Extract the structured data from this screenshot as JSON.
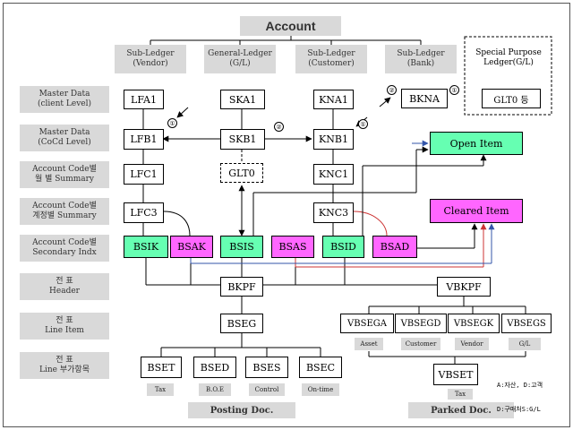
{
  "title": "Account",
  "ledgers": {
    "vendor": [
      "Sub-Ledger",
      "(Vendor)"
    ],
    "gl": [
      "General-Ledger",
      "(G/L)"
    ],
    "customer": [
      "Sub-Ledger",
      "(Customer)"
    ],
    "bank": [
      "Sub-Ledger",
      "(Bank)"
    ]
  },
  "special": {
    "line1": "Special Purpose",
    "line2": "Ledger(G/L)",
    "box": "GLT0 등"
  },
  "rows": [
    [
      "Master Data",
      "(client Level)"
    ],
    [
      "Master Data",
      "(CoCd Level)"
    ],
    [
      "Account Code별",
      "월 별 Summary"
    ],
    [
      "Account Code별",
      "계정별 Summary"
    ],
    [
      "Account Code별",
      "Secondary Indx"
    ],
    [
      "전 표",
      "Header"
    ],
    [
      "전 표",
      "Line Item"
    ],
    [
      "전 표",
      "Line 부가항목"
    ]
  ],
  "tables": {
    "lfa1": "LFA1",
    "ska1": "SKA1",
    "kna1": "KNA1",
    "bkna": "BKNA",
    "lfb1": "LFB1",
    "skb1": "SKB1",
    "knb1": "KNB1",
    "lfc1": "LFC1",
    "glt0": "GLT0",
    "knc1": "KNC1",
    "lfc3": "LFC3",
    "knc3": "KNC3",
    "bsik": "BSIK",
    "bsak": "BSAK",
    "bsis": "BSIS",
    "bsas": "BSAS",
    "bsid": "BSID",
    "bsad": "BSAD",
    "bkpf": "BKPF",
    "vbkpf": "VBKPF",
    "bseg": "BSEG",
    "vbsega": "VBSEGA",
    "vbsegd": "VBSEGD",
    "vbsegk": "VBSEGK",
    "vbsegs": "VBSEGS",
    "bset": "BSET",
    "bsed": "BSED",
    "bses": "BSES",
    "bsec": "BSEC",
    "vbset": "VBSET",
    "open_item": "Open Item",
    "cleared_item": "Cleared Item"
  },
  "sublabels": {
    "asset": "Asset",
    "customer": "Customer",
    "vendor": "Vendor",
    "gl": "G/L",
    "tax": "Tax",
    "boe": "B.O.E",
    "control": "Control",
    "ontime": "On-time",
    "tax2": "Tax"
  },
  "footer": {
    "posting": "Posting Doc.",
    "parked": "Parked Doc."
  },
  "markers": {
    "one": "①",
    "two": "②"
  },
  "legend": [
    "A:자산, D:고객",
    "D:구매처S:G/L"
  ],
  "colors": {
    "green": "#66ffb2",
    "pink": "#ff66ff",
    "gray": "#d9d9d9",
    "line_red": "#cc3333",
    "line_blue": "#3355aa"
  }
}
